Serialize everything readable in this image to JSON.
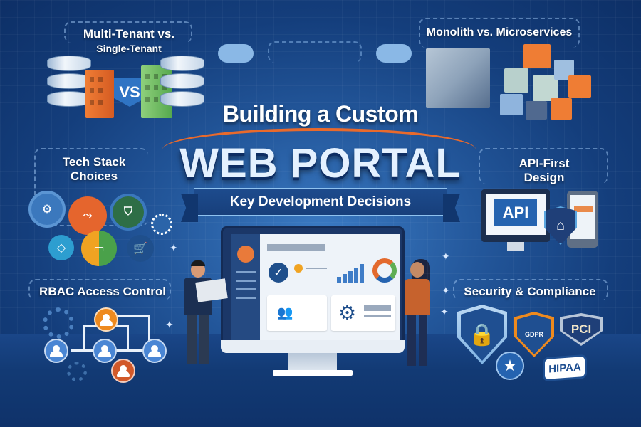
{
  "header": {
    "title_line1": "Building a Custom",
    "title_main": "WEB PORTAL",
    "subtitle": "Key Development Decisions"
  },
  "sections": {
    "tenancy": {
      "title_line1": "Multi-Tenant vs.",
      "title_line2": "Single-Tenant",
      "vs_label": "VS"
    },
    "architecture": {
      "title": "Monolith vs. Microservices"
    },
    "tech_stack": {
      "title_line1": "Tech Stack",
      "title_line2": "Choices"
    },
    "api": {
      "title_line1": "API-First",
      "title_line2": "Design",
      "screen_label": "API"
    },
    "rbac": {
      "title": "RBAC Access Control"
    },
    "security": {
      "title": "Security & Compliance",
      "badges": [
        "PCI",
        "HIPAA"
      ]
    }
  },
  "colors": {
    "background_dark": "#0d2f66",
    "background_mid": "#23579b",
    "accent_orange": "#e96a2c",
    "accent_light_blue": "#8fc2ef",
    "title_text": "#e4f1ff",
    "node_blue": "#4a86d4",
    "node_orange": "#ee8a1e",
    "node_red": "#d2592a",
    "building_orange": "#e36f2c",
    "building_green": "#5fae54"
  }
}
